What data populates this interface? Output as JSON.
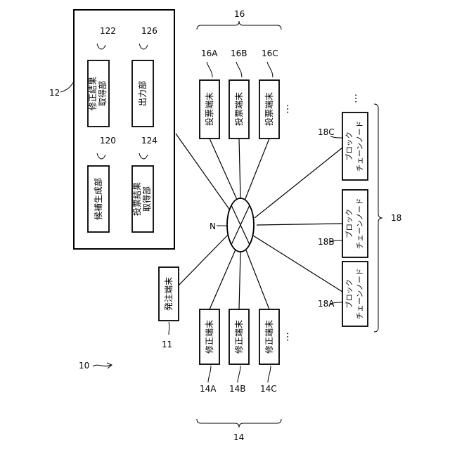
{
  "labels": {
    "fig": "10",
    "order_terminal_ref": "11",
    "server_ref": "12",
    "correction_group_ref": "14",
    "correction_a_ref": "14A",
    "correction_b_ref": "14B",
    "correction_c_ref": "14C",
    "voting_group_ref": "16",
    "voting_a_ref": "16A",
    "voting_b_ref": "16B",
    "voting_c_ref": "16C",
    "blockchain_group_ref": "18",
    "blockchain_a_ref": "18A",
    "blockchain_b_ref": "18B",
    "blockchain_c_ref": "18C",
    "network_ref": "N",
    "candidate_unit_ref": "120",
    "correction_result_unit_ref": "122",
    "voting_result_unit_ref": "124",
    "output_unit_ref": "126"
  },
  "texts": {
    "order_terminal": "発注端末",
    "correction_terminal": "修正端末",
    "voting_terminal": "投票端末",
    "blockchain_node_line1": "ブロック",
    "blockchain_node_line2": "チェーンノード",
    "candidate_unit": "候補生成部",
    "correction_result_line1": "修正結果",
    "correction_result_line2": "取得部",
    "voting_result_line1": "投票結果",
    "voting_result_line2": "取得部",
    "output_unit": "出力部",
    "ellipsis": "…"
  }
}
